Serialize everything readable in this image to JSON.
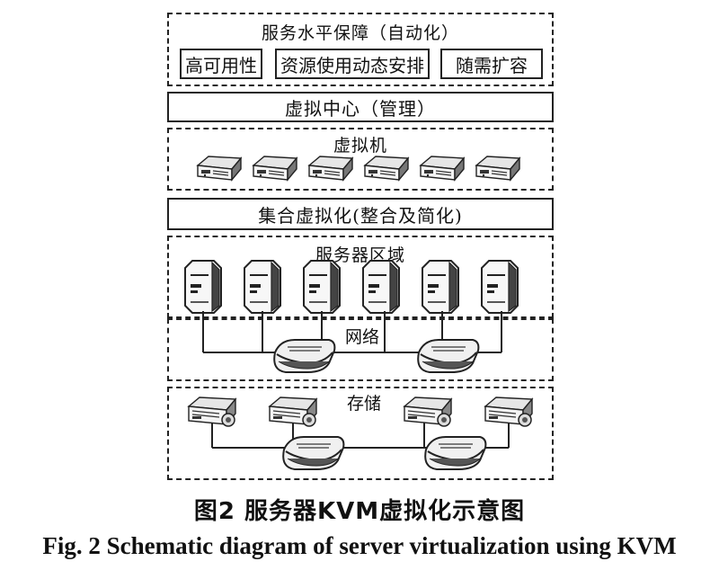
{
  "service_layer": {
    "title": "服务水平保障（自动化）",
    "items": [
      "高可用性",
      "资源使用动态安排",
      "随需扩容"
    ]
  },
  "virtual_center": {
    "label": "虚拟中心（管理）"
  },
  "vm_layer": {
    "title": "虚拟机",
    "vm_count": 6
  },
  "consolidation": {
    "label": "集合虚拟化(整合及简化)"
  },
  "server_layer": {
    "title": "服务器区域",
    "server_count": 6
  },
  "network_layer": {
    "title": "网络",
    "switch_count": 2
  },
  "storage_layer": {
    "title": "存储",
    "storage_count": 4,
    "switch_count": 2
  },
  "caption": {
    "zh": "图2  服务器KVM虚拟化示意图",
    "en": "Fig. 2  Schematic diagram of server virtualization using KVM"
  }
}
